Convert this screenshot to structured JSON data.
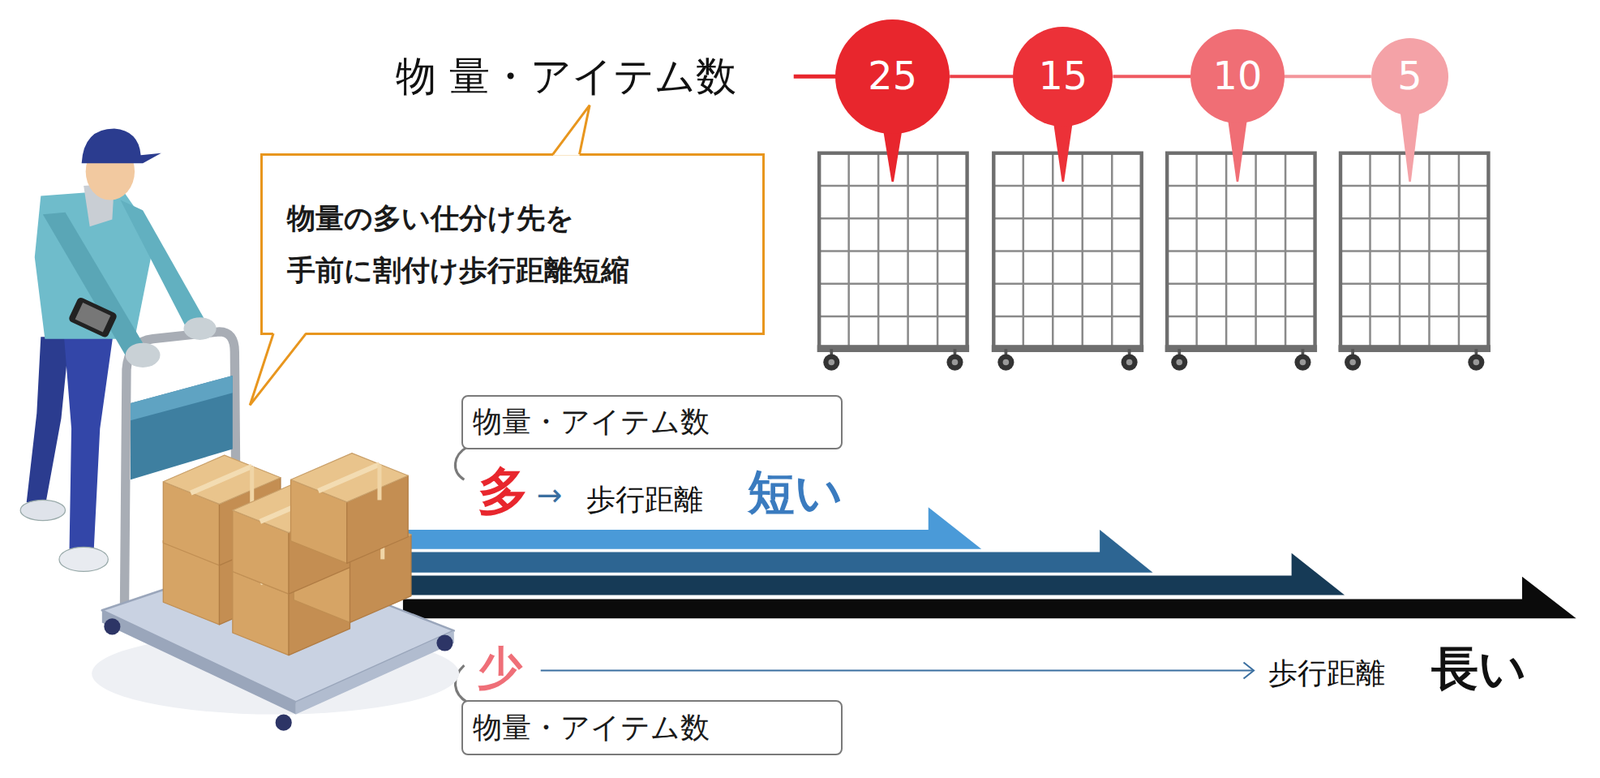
{
  "diagram": {
    "nodes": [
      {
        "text": [
          "25"
        ]
      },
      {
        "text": [
          "15"
        ]
      },
      {
        "text": [
          "10"
        ]
      },
      {
        "text": [
          "5"
        ]
      },
      {
        "text": [
          "物量の多い仕分け先を 手前に割付け歩行距離短縮"
        ]
      },
      {
        "text": [
          "物量・アイテム数"
        ]
      },
      {
        "text": [
          "物量・アイテム数"
        ]
      }
    ],
    "edges": [
      {
        "from": 0,
        "to": 1,
        "arrow": "none"
      },
      {
        "from": 1,
        "to": 2,
        "arrow": "none"
      },
      {
        "from": 2,
        "to": 3,
        "arrow": "none"
      }
    ],
    "labels": [
      "物 量・アイテム数",
      "多",
      "→",
      "歩行距離",
      "短い",
      "少",
      "歩行距離",
      "長い"
    ]
  }
}
